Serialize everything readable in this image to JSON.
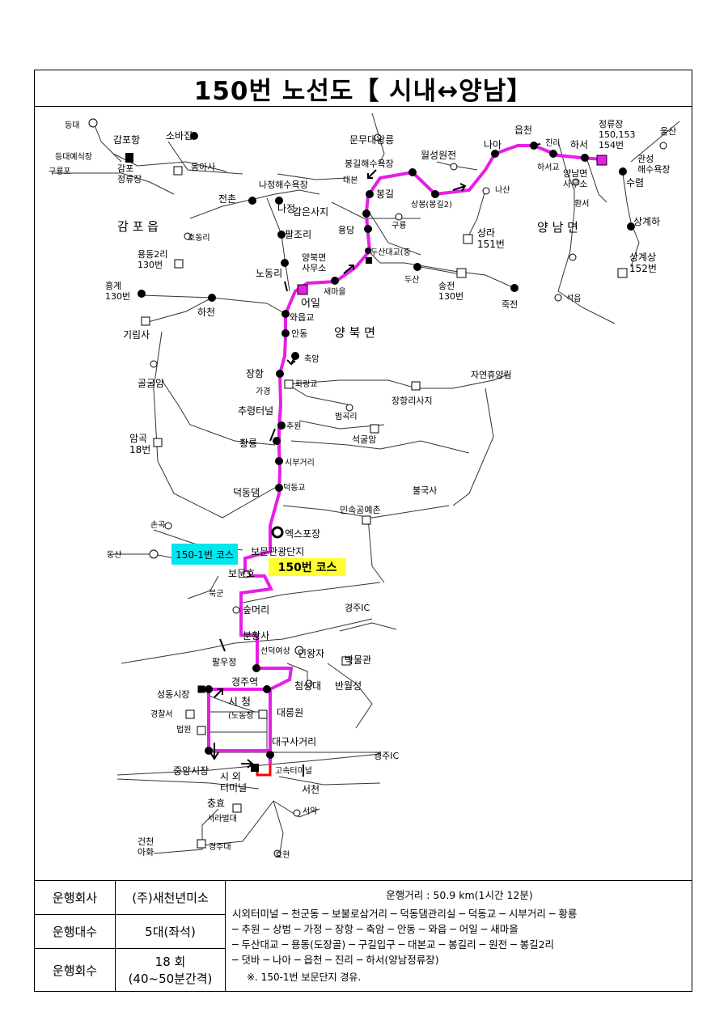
{
  "title": "150번 노선도【 시내↔양남】",
  "route_color": "#e61ee6",
  "route_red_color": "#ff0000",
  "course_labels": {
    "sub_course": "150-1번 코스",
    "main_course": "150번 코스"
  },
  "course_label_colors": {
    "sub_course_bg": "#00e5ee",
    "main_course_bg": "#ffff33"
  },
  "map_labels": {
    "deungdae": "등대",
    "gampohang": "감포항",
    "sobajip": "소바집",
    "deungdaesingseok": "등대예식장",
    "gupo": "구룡포",
    "gampo_stop": "감포\n정류장",
    "donga": "동아사",
    "jeonchon": "전촌",
    "najeong_beach": "나정해수욕장",
    "najeong": "나정",
    "gampoeup": "감 포 읍",
    "hodongni": "호동리",
    "yongdong2ri": "용동2리\n130번",
    "paljori": "팔조리",
    "nodongni": "노동리",
    "heunggye": "흥계\n130번",
    "hacheon": "하천",
    "girimsa": "기림사",
    "munmu": "문무대왕릉",
    "bonggil_beach": "봉길해수욕장",
    "wolseong": "월성원전",
    "daebon": "대본",
    "bonggil": "봉길",
    "gameunsaji": "감은사지",
    "sangbong": "상봉(봉길2)",
    "guryong": "구룡",
    "yongdang": "용당",
    "dusandaegyo": "두산대교(중",
    "dusan": "두산",
    "yangbuk_office": "양북면\n사무소",
    "saemaeul": "새마을",
    "eoil": "어일",
    "songjeon": "송전\n130번",
    "jukjeon": "죽전",
    "waeupgyo": "와읍교",
    "andong": "안동",
    "yangbuk": "양 북 면",
    "chugam": "축암",
    "janghang": "장항",
    "hwajanggyo": "화랑교",
    "gagyeong": "가경",
    "janghangsaji": "장항리사지",
    "natural_forest": "자연휴양림",
    "golgulam": "골굴암",
    "churyeong": "추령터널",
    "beomgokri": "범곡리",
    "chuwon": "추원",
    "amgok": "암곡\n18번",
    "seokguram": "석굴암",
    "hwangryong": "황룡",
    "sibugeori": "시부거리",
    "deokdonggyo": "덕동교",
    "deokdongdam": "덕동댐",
    "bulguksa": "불국사",
    "folkcraft": "민속공예촌",
    "songok": "손곡",
    "dongsan": "동산",
    "expo": "엑스포장",
    "bomun_complex": "보문관광단지",
    "bomunho": "보문호",
    "bukgun": "북군",
    "supmeori": "숲머리",
    "gyeongju_ic_1": "경주IC",
    "bunhwangsa": "분황사",
    "seondeok": "선덕여상",
    "inwangja": "인왕자",
    "museum": "박물관",
    "palucheong": "팔우정",
    "gyeongju_st": "경주역",
    "cheomseongdae": "첨성대",
    "banwolseong": "반월성",
    "seongdong": "성동시장",
    "sicheong": "시 청",
    "nodong": "(노동청",
    "daereungwon": "대릉원",
    "police": "경찰서",
    "court": "법원",
    "daegu_junction": "대구사거리",
    "gyeongju_ic_2": "경주IC",
    "jungang": "중앙시장",
    "terminal": "시 외\n터미널",
    "express": "고속터미널",
    "seocheon": "서천",
    "chunghyo": "충효",
    "seoak": "서악",
    "seorabeol": "서라벌대",
    "geoncheon": "건천\n아화",
    "gyeongjudae": "경주대",
    "hyohyeon": "효현",
    "eupcheon": "읍천",
    "naa": "나아",
    "jinri": "진리",
    "haseo": "하서",
    "haseogyo": "하서교",
    "stop_150": "정류장\n150,153\n154번",
    "ulsan": "울산",
    "gwanseong": "관성\n해수욕장",
    "sureom": "수렴",
    "yangnam_office": "양남면\n사무소",
    "hwanseo": "환서",
    "nasan": "나산",
    "sangra": "상라\n151번",
    "yangnam": "양 남 면",
    "sanggyeha": "상계하",
    "sanggyesang": "상계상\n152번",
    "seogeup": "석읍"
  },
  "info_table": {
    "operator_label": "운행회사",
    "operator_value": "(주)새천년미소",
    "vehicles_label": "운행대수",
    "vehicles_value": "5대(좌석)",
    "trips_label": "운행회수",
    "trips_value_line1": "18 회",
    "trips_value_line2": "(40~50분간격)",
    "distance": "운행거리 : 50.9 km(1시간 12분)",
    "route_line1": "시외터미널 ─ 천군동 ─ 보불로삼거리 ─ 덕동댐관리실 ─ 덕동교 ─ 시부거리 ─ 황룡",
    "route_line2": "─ 추원 ─ 상범 ─ 가정 ─ 장항 ─ 축암 ─ 안동 ─ 와읍 ─ 어일 ─ 새마을",
    "route_line3": "─ 두산대교 ─ 용동(도장골) ─ 구길입구 ─ 대본교 ─ 봉길리 ─ 원전 ─ 봉길2리",
    "route_line4": "─ 덧바 ─ 나아 ─ 읍천 ─ 진리 ─ 하서(양남정류장)",
    "note": "※. 150-1번 보문단지 경유."
  }
}
